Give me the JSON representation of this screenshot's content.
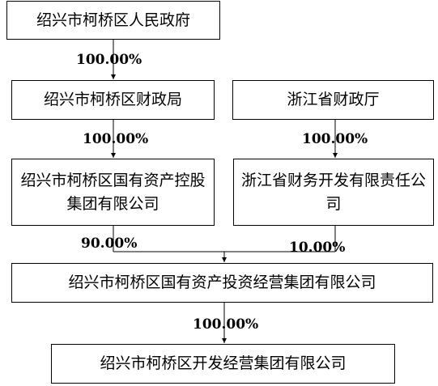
{
  "boxes": {
    "gov": "绍兴市柯桥区人民政府",
    "finance_bureau": "绍兴市柯桥区财政局",
    "zj_finance_dept": "浙江省财政厅",
    "state_asset_holding": "绍兴市柯桥区国有资产控股集团有限公司",
    "zj_finance_dev": "浙江省财务开发有限责任公司",
    "investment_group": "绍兴市柯桥区国有资产投资经营集团有限公司",
    "dev_group": "绍兴市柯桥区开发经营集团有限公司"
  },
  "percentages": {
    "gov_to_finance_bureau": "100.00%",
    "finance_bureau_to_holding": "100.00%",
    "zj_dept_to_zj_dev": "100.00%",
    "holding_to_investment": "90.00%",
    "zj_dev_to_investment": "10.00%",
    "investment_to_dev_group": "100.00%"
  }
}
